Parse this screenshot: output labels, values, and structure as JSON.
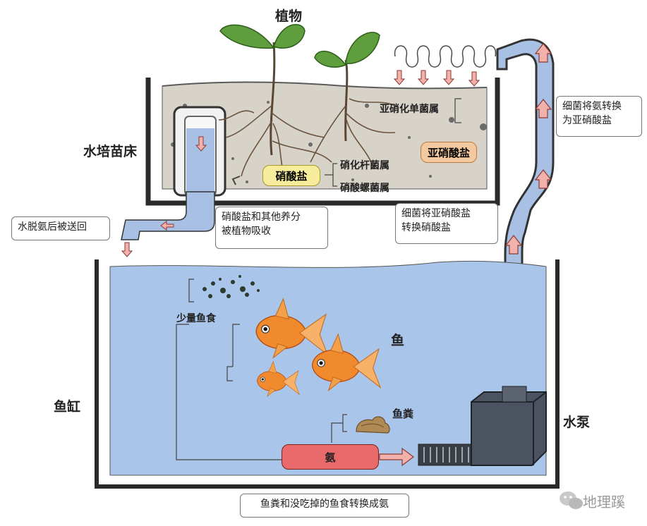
{
  "labels": {
    "plants": "植物",
    "grow_bed": "水培苗床",
    "nitrosomonas": "亚硝化单菌属",
    "nitrite": "亚硝酸盐",
    "nitrate": "硝酸盐",
    "nitrobacter": "硝化杆菌属",
    "nitrospira": "硝酸螺菌属",
    "fish_food": "少量鱼食",
    "fish": "鱼",
    "fish_tank": "鱼缸",
    "fish_waste": "鱼粪",
    "ammonia": "氨",
    "pump": "水泵"
  },
  "callouts": {
    "water_returned": "水脱氨后被送回",
    "absorbed": [
      "硝酸盐和其他养分",
      "被植物吸收"
    ],
    "ammonia_to_nitrite": [
      "细菌将氨转换",
      "为亚硝酸盐"
    ],
    "nitrite_to_nitrate": [
      "细菌将亚硝酸盐",
      "转换硝酸盐"
    ],
    "waste_to_ammonia": "鱼粪和没吃掉的鱼食转换成氨"
  },
  "watermark": "地理蹊",
  "colors": {
    "bed_soil": "#d8d3c9",
    "tank_water": "#a9c6ea",
    "pipe": "#a7c0e3",
    "arrow": "#f2b2ab",
    "nitrite_pill": "#f4c9a0",
    "nitrate_pill": "#f7ec9c",
    "ammonia_pill": "#e86a6a"
  }
}
